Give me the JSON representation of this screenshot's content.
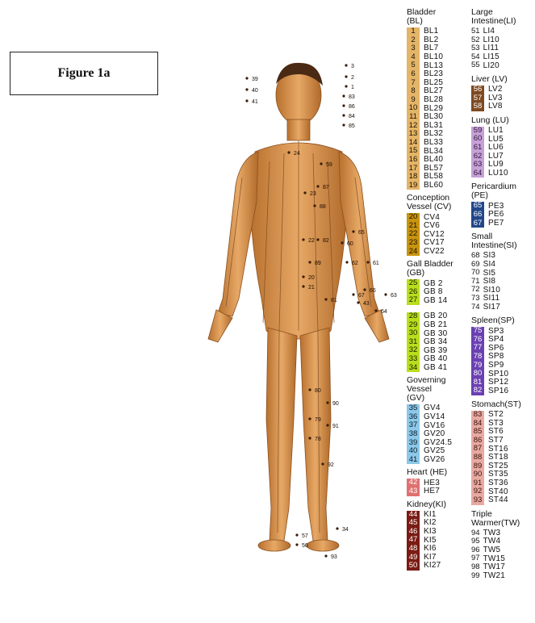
{
  "figure_label": "Figure 1a",
  "colors": {
    "BL": "#e4b468",
    "CV": "#c8940e",
    "GB": "#b8de1c",
    "GV": "#8cc8e8",
    "HE": "#e07070",
    "KI": "#7a1c14",
    "LV": "#7e4a22",
    "LU": "#c8a0d8",
    "PE": "#23478a",
    "SP": "#6a40b2",
    "ST": "#e8aaa0",
    "plain": "transparent"
  },
  "left_column": [
    {
      "title": "Bladder\n(BL)",
      "color_key": "BL",
      "text_color": "#1a1200",
      "items": [
        [
          "1",
          "BL1"
        ],
        [
          "2",
          "BL2"
        ],
        [
          "3",
          "BL7"
        ],
        [
          "4",
          "BL10"
        ],
        [
          "5",
          "BL13"
        ],
        [
          "6",
          "BL23"
        ],
        [
          "7",
          "BL25"
        ],
        [
          "8",
          "BL27"
        ],
        [
          "9",
          "BL28"
        ],
        [
          "10",
          "BL29"
        ],
        [
          "11",
          "BL30"
        ],
        [
          "12",
          "BL31"
        ],
        [
          "13",
          "BL32"
        ],
        [
          "14",
          "BL33"
        ],
        [
          "15",
          "BL34"
        ],
        [
          "16",
          "BL40"
        ],
        [
          "17",
          "BL57"
        ],
        [
          "18",
          "BL58"
        ],
        [
          "19",
          "BL60"
        ]
      ]
    },
    {
      "title": "Conception\nVessel (CV)",
      "color_key": "CV",
      "text_color": "#1a1200",
      "items": [
        [
          "20",
          "CV4"
        ],
        [
          "21",
          "CV6"
        ],
        [
          "22",
          "CV12"
        ],
        [
          "23",
          "CV17"
        ],
        [
          "24",
          "CV22"
        ]
      ]
    },
    {
      "title": "Gall Bladder\n(GB)",
      "color_key": "GB",
      "text_color": "#1a1a00",
      "items": [
        [
          "25",
          "GB 2"
        ],
        [
          "26",
          "GB 8"
        ],
        [
          "27",
          "GB 14"
        ],
        [
          "",
          "__gap__"
        ],
        [
          "28",
          "GB 20"
        ],
        [
          "29",
          "GB 21"
        ],
        [
          "30",
          "GB 30"
        ],
        [
          "31",
          "GB 34"
        ],
        [
          "32",
          "GB 39"
        ],
        [
          "33",
          "GB 40"
        ],
        [
          "34",
          "GB 41"
        ]
      ]
    },
    {
      "title": "Governing\nVessel\n(GV)",
      "color_key": "GV",
      "text_color": "#0a1a2a",
      "items": [
        [
          "35",
          "GV4"
        ],
        [
          "36",
          "GV14"
        ],
        [
          "37",
          "GV16"
        ],
        [
          "38",
          "GV20"
        ],
        [
          "39",
          "GV24.5"
        ],
        [
          "40",
          "GV25"
        ],
        [
          "41",
          "GV26"
        ]
      ]
    },
    {
      "title": "Heart (HE)",
      "color_key": "HE",
      "text_color": "#ffffff",
      "items": [
        [
          "42",
          "HE3"
        ],
        [
          "43",
          "HE7"
        ]
      ]
    },
    {
      "title": "Kidney(KI)",
      "color_key": "KI",
      "text_color": "#ffffff",
      "items": [
        [
          "44",
          "KI1"
        ],
        [
          "45",
          "KI2"
        ],
        [
          "46",
          "KI3"
        ],
        [
          "47",
          "KI5"
        ],
        [
          "48",
          "KI6"
        ],
        [
          "49",
          "KI7"
        ],
        [
          "50",
          "KI27"
        ]
      ]
    }
  ],
  "right_column": [
    {
      "title": "Large\nIntestine(LI)",
      "color_key": "plain",
      "text_color": "#111111",
      "items": [
        [
          "51",
          "LI4"
        ],
        [
          "52",
          "LI10"
        ],
        [
          "53",
          "LI11"
        ],
        [
          "54",
          "LI15"
        ],
        [
          "55",
          "LI20"
        ]
      ]
    },
    {
      "title": "Liver (LV)",
      "color_key": "LV",
      "text_color": "#ffffff",
      "items": [
        [
          "56",
          "LV2"
        ],
        [
          "57",
          "LV3"
        ],
        [
          "58",
          "LV8"
        ]
      ]
    },
    {
      "title": "Lung (LU)",
      "color_key": "LU",
      "text_color": "#2a1a3a",
      "items": [
        [
          "59",
          "LU1"
        ],
        [
          "60",
          "LU5"
        ],
        [
          "61",
          "LU6"
        ],
        [
          "62",
          "LU7"
        ],
        [
          "63",
          "LU9"
        ],
        [
          "64",
          "LU10"
        ]
      ]
    },
    {
      "title": "Pericardium\n(PE)",
      "color_key": "PE",
      "text_color": "#ffffff",
      "items": [
        [
          "65",
          "PE3"
        ],
        [
          "66",
          "PE6"
        ],
        [
          "67",
          "PE7"
        ]
      ]
    },
    {
      "title": "Small\nIntestine(SI)",
      "color_key": "plain",
      "text_color": "#111111",
      "items": [
        [
          "68",
          "SI3"
        ],
        [
          "69",
          "SI4"
        ],
        [
          "70",
          "SI5"
        ],
        [
          "71",
          "SI8"
        ],
        [
          "72",
          "SI10"
        ],
        [
          "73",
          "SI11"
        ],
        [
          "74",
          "SI17"
        ]
      ]
    },
    {
      "title": "Spleen(SP)",
      "color_key": "SP",
      "text_color": "#ffffff",
      "items": [
        [
          "75",
          "SP3"
        ],
        [
          "76",
          "SP4"
        ],
        [
          "77",
          "SP6"
        ],
        [
          "78",
          "SP8"
        ],
        [
          "79",
          "SP9"
        ],
        [
          "80",
          "SP10"
        ],
        [
          "81",
          "SP12"
        ],
        [
          "82",
          "SP16"
        ]
      ]
    },
    {
      "title": "Stomach(ST)",
      "color_key": "ST",
      "text_color": "#3a1010",
      "items": [
        [
          "83",
          "ST2"
        ],
        [
          "84",
          "ST3"
        ],
        [
          "85",
          "ST6"
        ],
        [
          "86",
          "ST7"
        ],
        [
          "87",
          "ST16"
        ],
        [
          "88",
          "ST18"
        ],
        [
          "89",
          "ST25"
        ],
        [
          "90",
          "ST35"
        ],
        [
          "91",
          "ST36"
        ],
        [
          "92",
          "ST40"
        ],
        [
          "93",
          "ST44"
        ]
      ]
    },
    {
      "title": "Triple\nWarmer(TW)",
      "color_key": "plain",
      "text_color": "#111111",
      "items": [
        [
          "94",
          "TW3"
        ],
        [
          "95",
          "TW4"
        ],
        [
          "96",
          "TW5"
        ],
        [
          "97",
          "TW15"
        ],
        [
          "98",
          "TW17"
        ],
        [
          "99",
          "TW21"
        ]
      ]
    }
  ],
  "figure_points": [
    "3",
    "2",
    "1",
    "39",
    "40",
    "41",
    "83",
    "86",
    "84",
    "85",
    "24",
    "59",
    "23",
    "87",
    "88",
    "22",
    "82",
    "65",
    "60",
    "89",
    "20",
    "21",
    "62",
    "61",
    "81",
    "66",
    "67",
    "43",
    "63",
    "64",
    "80",
    "90",
    "79",
    "91",
    "78",
    "92",
    "57",
    "56",
    "34",
    "93"
  ]
}
